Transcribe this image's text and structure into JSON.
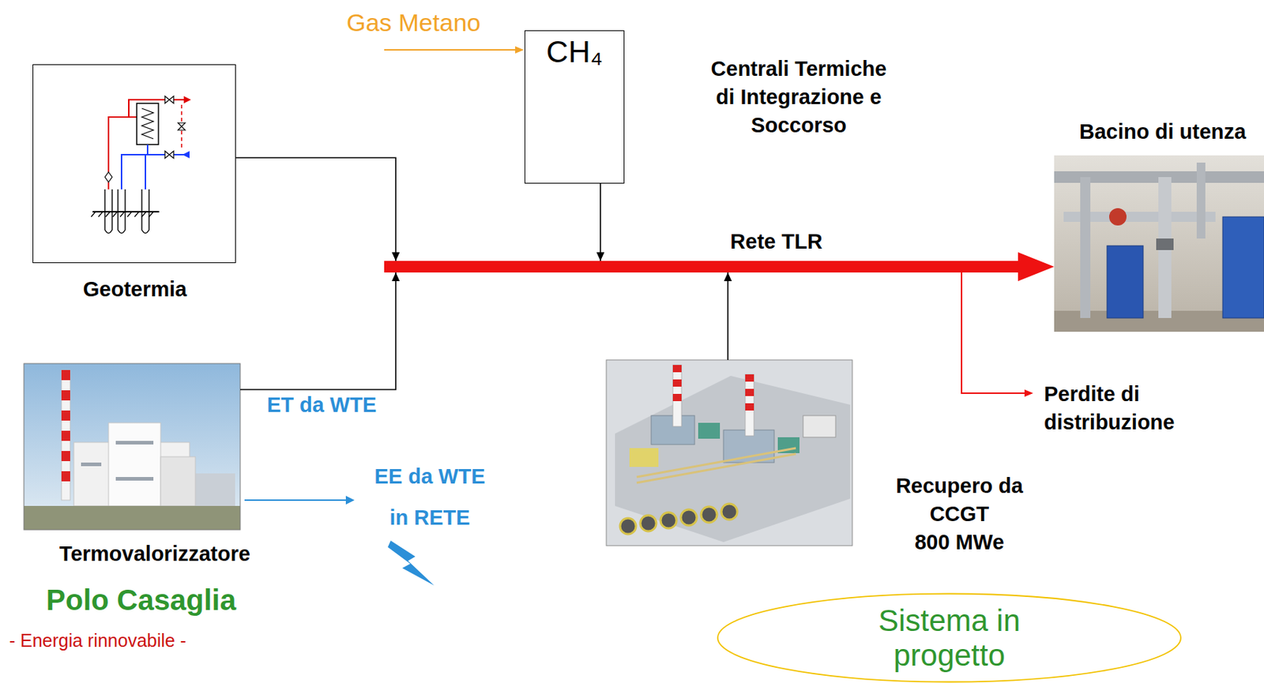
{
  "diagram": {
    "nodes": [
      {
        "text": [
          "Geotermia"
        ]
      },
      {
        "text": [
          "CH₄",
          "Centrali Termiche di Integrazione e Soccorso"
        ]
      },
      {
        "text": [
          "Bacino di utenza"
        ]
      },
      {
        "text": [
          "Rete TLR"
        ]
      },
      {
        "text": [
          "Termovalorizzatore"
        ]
      },
      {
        "text": [
          "Recupero da CCGT",
          "800 MWe"
        ]
      },
      {
        "text": [
          "Sistema in progetto"
        ]
      }
    ],
    "edges": [
      {
        "from": 0,
        "to": 3,
        "arrow": "to"
      },
      {
        "from": 1,
        "to": 3,
        "arrow": "to"
      },
      {
        "from": 4,
        "to": 3,
        "label": "ET da WTE",
        "arrow": "to"
      },
      {
        "from": 5,
        "to": 3,
        "arrow": "to"
      },
      {
        "from": 3,
        "to": 2,
        "arrow": "to"
      }
    ],
    "labels": [
      "Gas Metano",
      "EE da WTE in RETE",
      "Perdite di distribuzione",
      "Polo Casaglia",
      "- Energia rinnovabile -"
    ]
  }
}
